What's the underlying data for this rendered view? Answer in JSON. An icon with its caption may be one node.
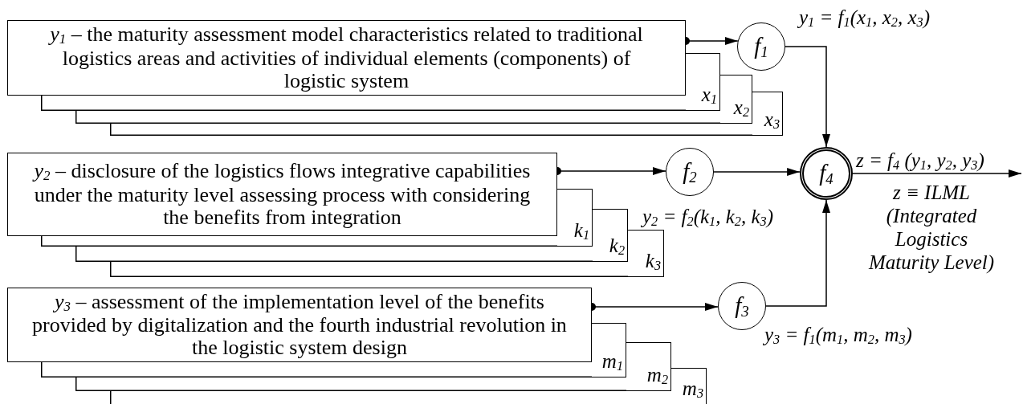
{
  "diagram": {
    "nodes": [
      {
        "text": [
          "*y*$_{1}$ – the maturity assessment model characteristics related to traditional logistics areas and activities of individual elements (components) of logistic system"
        ]
      },
      {
        "text": [
          "x$_{1}$"
        ]
      },
      {
        "text": [
          "x$_{2}$"
        ]
      },
      {
        "text": [
          "x$_{3}$"
        ]
      },
      {
        "text": [
          "f$_{1}$"
        ],
        "beside": [
          "y$_{1}$ = f$_{1}$(x$_{1}$, x$_{2}$, x$_{3}$)"
        ]
      },
      {
        "text": [
          "*y*$_{2}$ – disclosure of the logistics flows integrative capabilities under the maturity level assessing process with considering the benefits from integration"
        ]
      },
      {
        "text": [
          "k$_{1}$"
        ]
      },
      {
        "text": [
          "k$_{2}$"
        ]
      },
      {
        "text": [
          "k$_{3}$"
        ]
      },
      {
        "text": [
          "f$_{2}$"
        ],
        "beside": [
          "y$_{2}$ = f$_{2}$(k$_{1}$, k$_{2}$, k$_{3}$)"
        ]
      },
      {
        "text": [
          "f$_{4}$"
        ]
      },
      {
        "text": [
          "*y*$_{3}$ – assessment of the implementation level of the benefits provided by digitalization and the fourth industrial revolution in the logistic system design"
        ]
      },
      {
        "text": [
          "m$_{1}$"
        ]
      },
      {
        "text": [
          "m$_{2}$"
        ]
      },
      {
        "text": [
          "m$_{3}$"
        ]
      },
      {
        "text": [
          "f$_{3}$"
        ],
        "beside": [
          "y$_{3}$ = f$_{1}$(m$_{1}$, m$_{2}$, m$_{3}$)"
        ]
      }
    ],
    "edges": [
      {
        "from": 0,
        "to": 4,
        "arrow": "to"
      },
      {
        "from": 4,
        "to": 10,
        "arrow": "to"
      },
      {
        "from": 5,
        "to": 9,
        "arrow": "to"
      },
      {
        "from": 9,
        "to": 10,
        "arrow": "to"
      },
      {
        "from": 11,
        "to": 15,
        "arrow": "to"
      },
      {
        "from": 15,
        "to": 10,
        "arrow": "to"
      },
      {
        "from": 10,
        "to": null,
        "arrow": "to",
        "label": "z = f$_{4}$ (y$_{1}$, y$_{2}$, y$_{3}$)"
      }
    ],
    "labels": [
      "z ≡ ILML (Integrated Logistics Maturity Level)"
    ]
  }
}
